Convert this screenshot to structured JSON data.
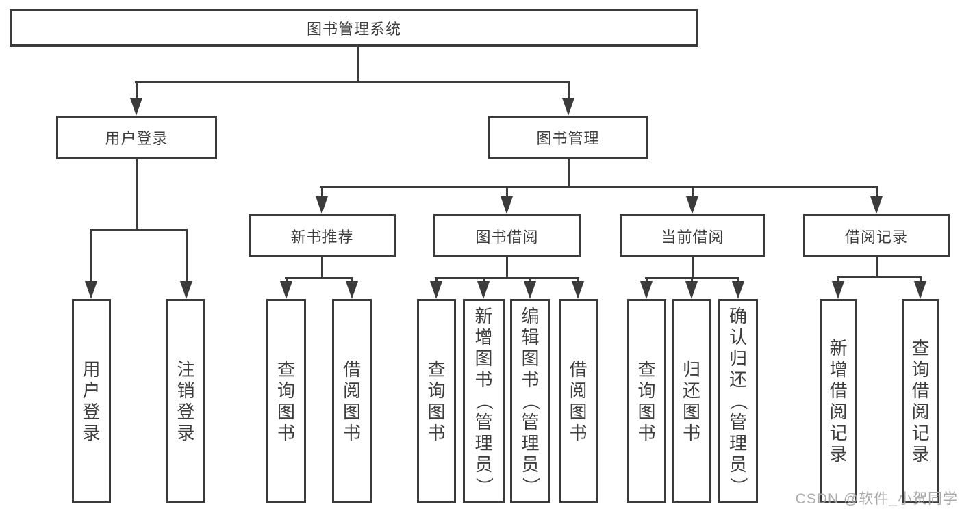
{
  "colors": {
    "line": "#3b3b3b",
    "text": "#3d3d3d",
    "watermark": "#a5a5a5",
    "background": "#ffffff"
  },
  "diagram": {
    "root": {
      "label": "图书管理系统"
    },
    "branches": [
      {
        "label": "用户登录",
        "children": [
          {
            "label": "用户登录"
          },
          {
            "label": "注销登录"
          }
        ]
      },
      {
        "label": "图书管理",
        "children": [
          {
            "label": "新书推荐",
            "children": [
              {
                "label": "查询图书"
              },
              {
                "label": "借阅图书"
              }
            ]
          },
          {
            "label": "图书借阅",
            "children": [
              {
                "label": "查询图书"
              },
              {
                "label": "新增图书（管理员）"
              },
              {
                "label": "编辑图书（管理员）"
              },
              {
                "label": "借阅图书"
              }
            ]
          },
          {
            "label": "当前借阅",
            "children": [
              {
                "label": "查询图书"
              },
              {
                "label": "归还图书"
              },
              {
                "label": "确认归还（管理员）"
              }
            ]
          },
          {
            "label": "借阅记录",
            "children": [
              {
                "label": "新增借阅记录"
              },
              {
                "label": "查询借阅记录"
              }
            ]
          }
        ]
      }
    ]
  },
  "watermark": {
    "text": "CSDN @软件_小贺同学"
  }
}
